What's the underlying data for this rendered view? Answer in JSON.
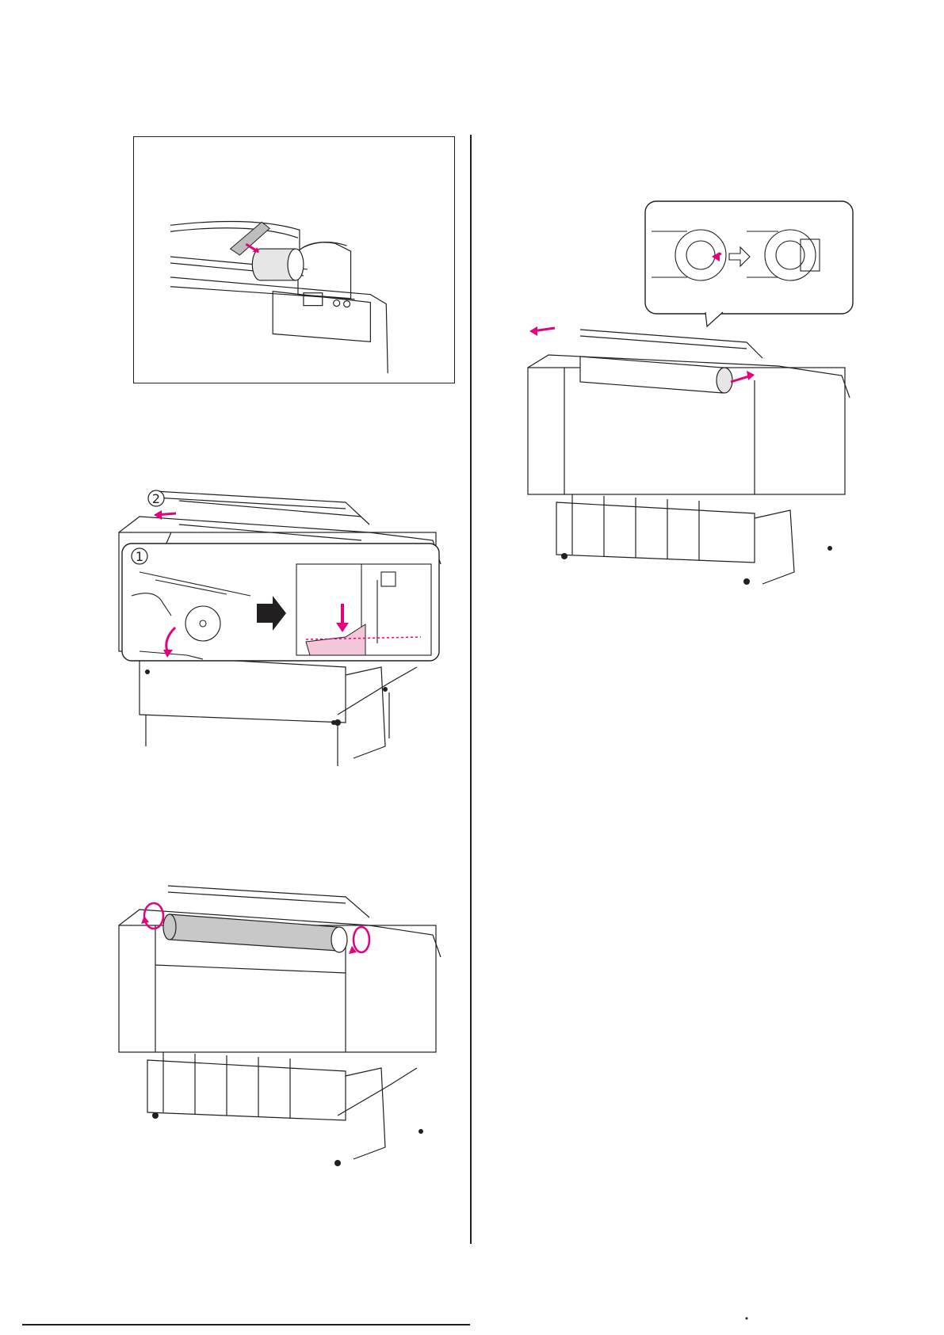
{
  "figures": {
    "tape_box": {
      "name": "tape-roll-illustration"
    },
    "holder_lever": {
      "step_1": "1",
      "step_2": "2"
    },
    "roll_rotate": {
      "name": "rotate-roll-illustration"
    },
    "remove_adapter": {
      "name": "remove-adapter-illustration"
    }
  },
  "colors": {
    "line": "#231f20",
    "accent_magenta": "#e5007e",
    "pink_fill": "#f4c6d9",
    "roll_gray": "#c8c8c8",
    "tape_gray": "#bdbdbd"
  }
}
